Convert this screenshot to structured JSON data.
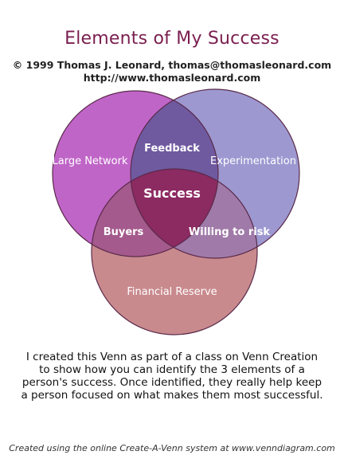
{
  "header": {
    "title": "Elements of My Success",
    "credit_line_1": "© 1999 Thomas J. Leonard, thomas@thomasleonard.com",
    "credit_line_2": "http://www.thomasleonard.com"
  },
  "venn": {
    "circles": [
      {
        "name": "Large Network",
        "color": "#c065c8"
      },
      {
        "name": "Experimentation",
        "color": "#9d98d0"
      },
      {
        "name": "Financial Reserve",
        "color": "#c98a8e"
      }
    ],
    "overlaps": {
      "network_experimentation": {
        "label": "Feedback",
        "color": "#6f5aa0"
      },
      "network_reserve": {
        "label": "Buyers",
        "color": "#a45a8c"
      },
      "experimentation_reserve": {
        "label": "Willing to risk",
        "color": "#a07aa8"
      },
      "all_three": {
        "label": "Success",
        "color": "#8c2a62"
      }
    },
    "outline_color": "#5a2a4a"
  },
  "description": "I created this Venn as part of a class on Venn Creation to show how you can identify the 3 elements of a person's success.  Once identified, they really help keep a person focused on what makes them most successful.",
  "footer": "Created using the online Create-A-Venn system at www.venndiagram.com"
}
